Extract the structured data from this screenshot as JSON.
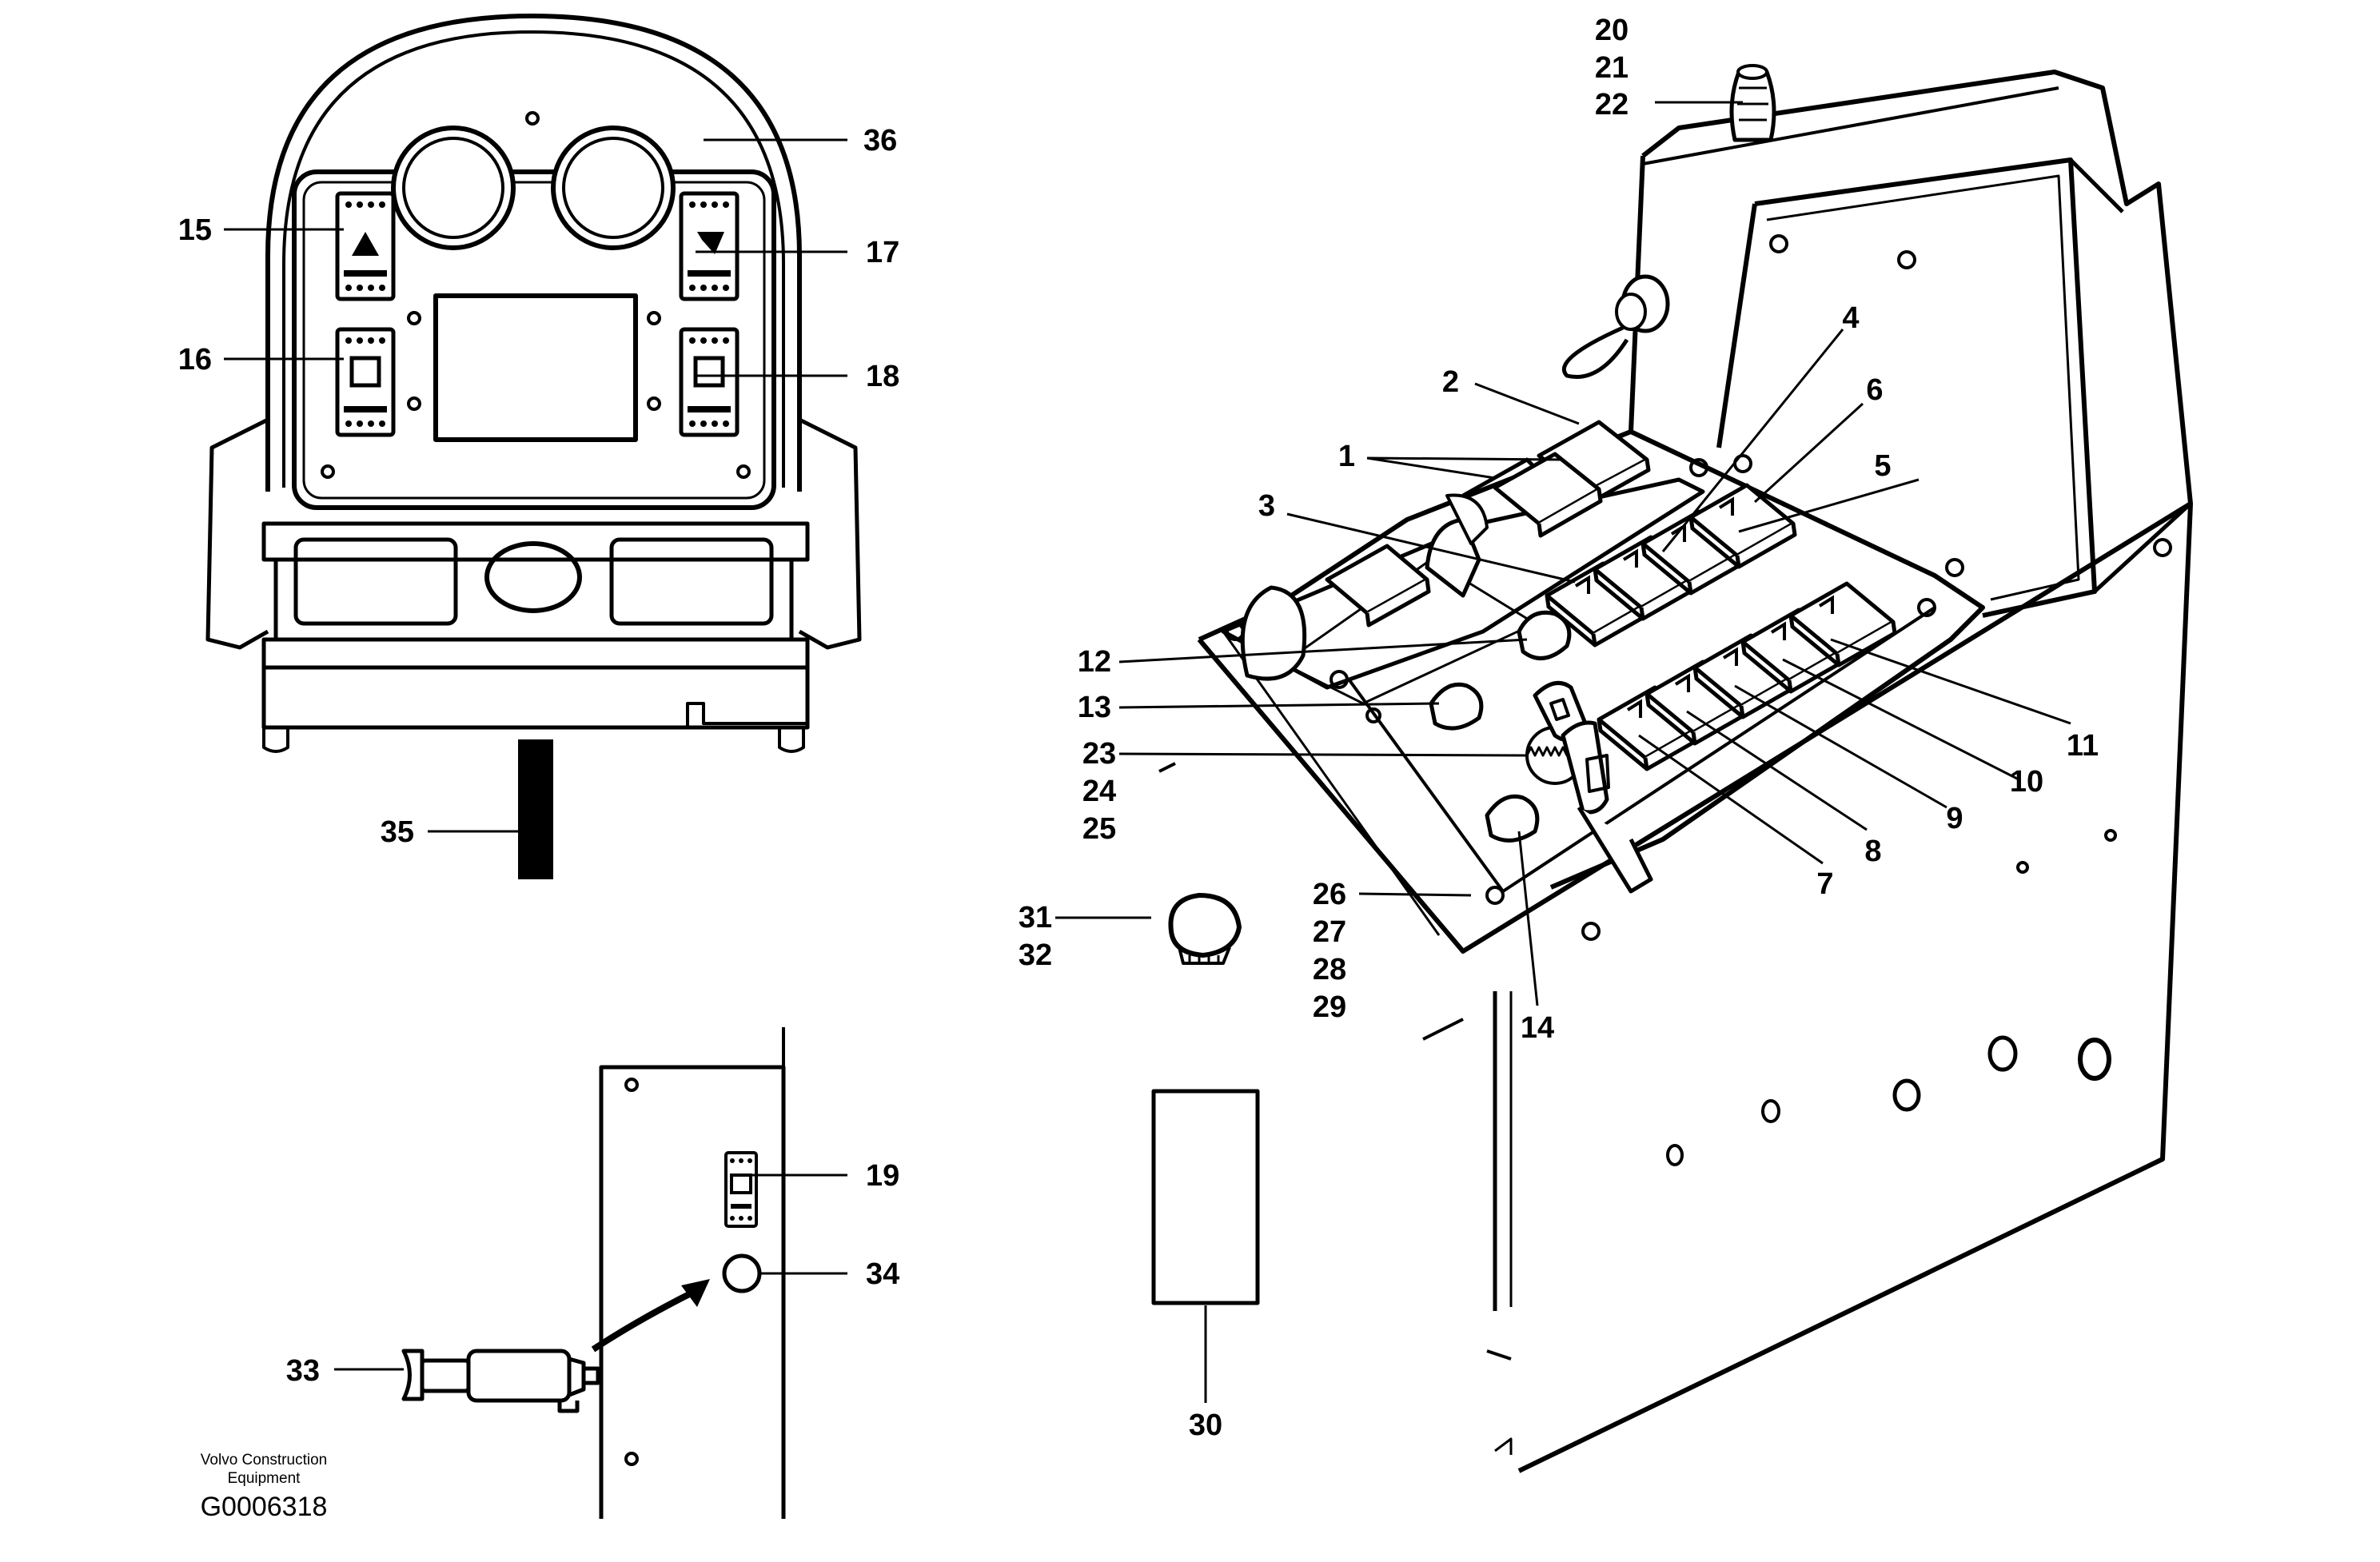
{
  "footer": {
    "brand_line1": "Volvo Construction",
    "brand_line2": "Equipment",
    "drawing_code": "G0006318"
  },
  "callouts": {
    "n1": "1",
    "n2": "2",
    "n3": "3",
    "n4": "4",
    "n5": "5",
    "n6": "6",
    "n7": "7",
    "n8": "8",
    "n9": "9",
    "n10": "10",
    "n11": "11",
    "n12": "12",
    "n13": "13",
    "n14": "14",
    "n15": "15",
    "n16": "16",
    "n17": "17",
    "n18": "18",
    "n19": "19",
    "n20": "20",
    "n21": "21",
    "n22": "22",
    "n23": "23",
    "n24": "24",
    "n25": "25",
    "n26": "26",
    "n27": "27",
    "n28": "28",
    "n29": "29",
    "n30": "30",
    "n31": "31",
    "n32": "32",
    "n33": "33",
    "n34": "34",
    "n35": "35",
    "n36": "36"
  }
}
